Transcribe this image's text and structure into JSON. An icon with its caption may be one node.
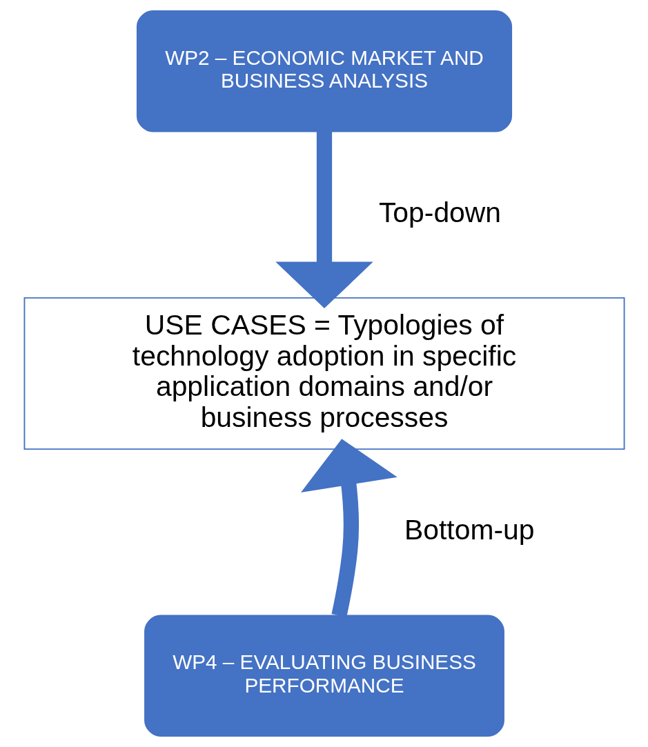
{
  "diagram": {
    "nodes": [
      {
        "text": [
          "WP2 – ECONOMIC MARKET AND BUSINESS ANALYSIS"
        ]
      },
      {
        "text": [
          "USE CASES = Typologies of technology adoption in specific application domains and/or business processes"
        ]
      },
      {
        "text": [
          "WP4 – EVALUATING BUSINESS PERFORMANCE"
        ]
      }
    ],
    "edges": [
      {
        "from": 0,
        "to": 1,
        "arrow": "to",
        "label": "Top-down"
      },
      {
        "from": 2,
        "to": 1,
        "arrow": "to",
        "label": "Bottom-up"
      }
    ]
  }
}
